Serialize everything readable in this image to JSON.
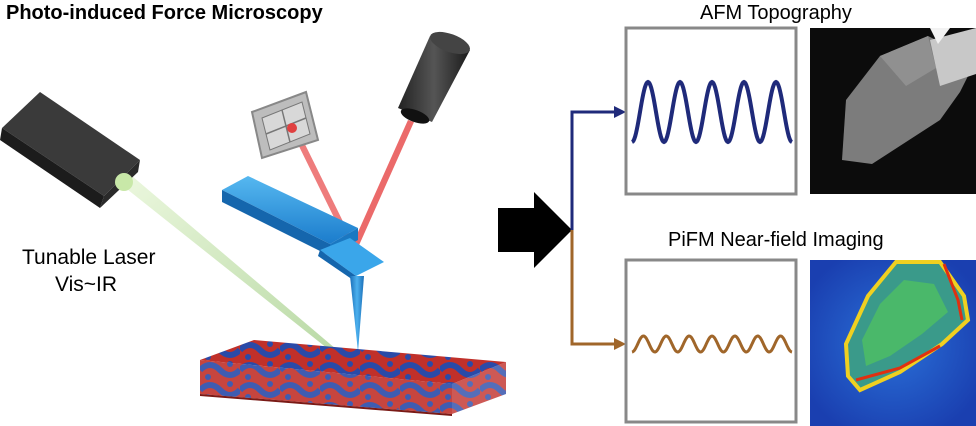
{
  "title": "Photo-induced Force Microscopy",
  "laser": {
    "line1": "Tunable Laser",
    "line2": "Vis~IR"
  },
  "panels": {
    "afm_title": "AFM Topography",
    "pifm_title": "PiFM Near-field Imaging"
  },
  "colors": {
    "afm_signal": "#1f2a7a",
    "pifm_signal": "#a0662a",
    "cantilever": "#2a9be0",
    "laser_beam": "#bfe0a0",
    "detector_beam": "#e04040",
    "sample_red": "#c0302a",
    "sample_blue": "#2a4aa8"
  },
  "icons": [
    "tunable-laser-icon",
    "detector-laser-icon",
    "photodetector-icon",
    "cantilever-icon",
    "sample-icon",
    "arrow-right-icon"
  ]
}
